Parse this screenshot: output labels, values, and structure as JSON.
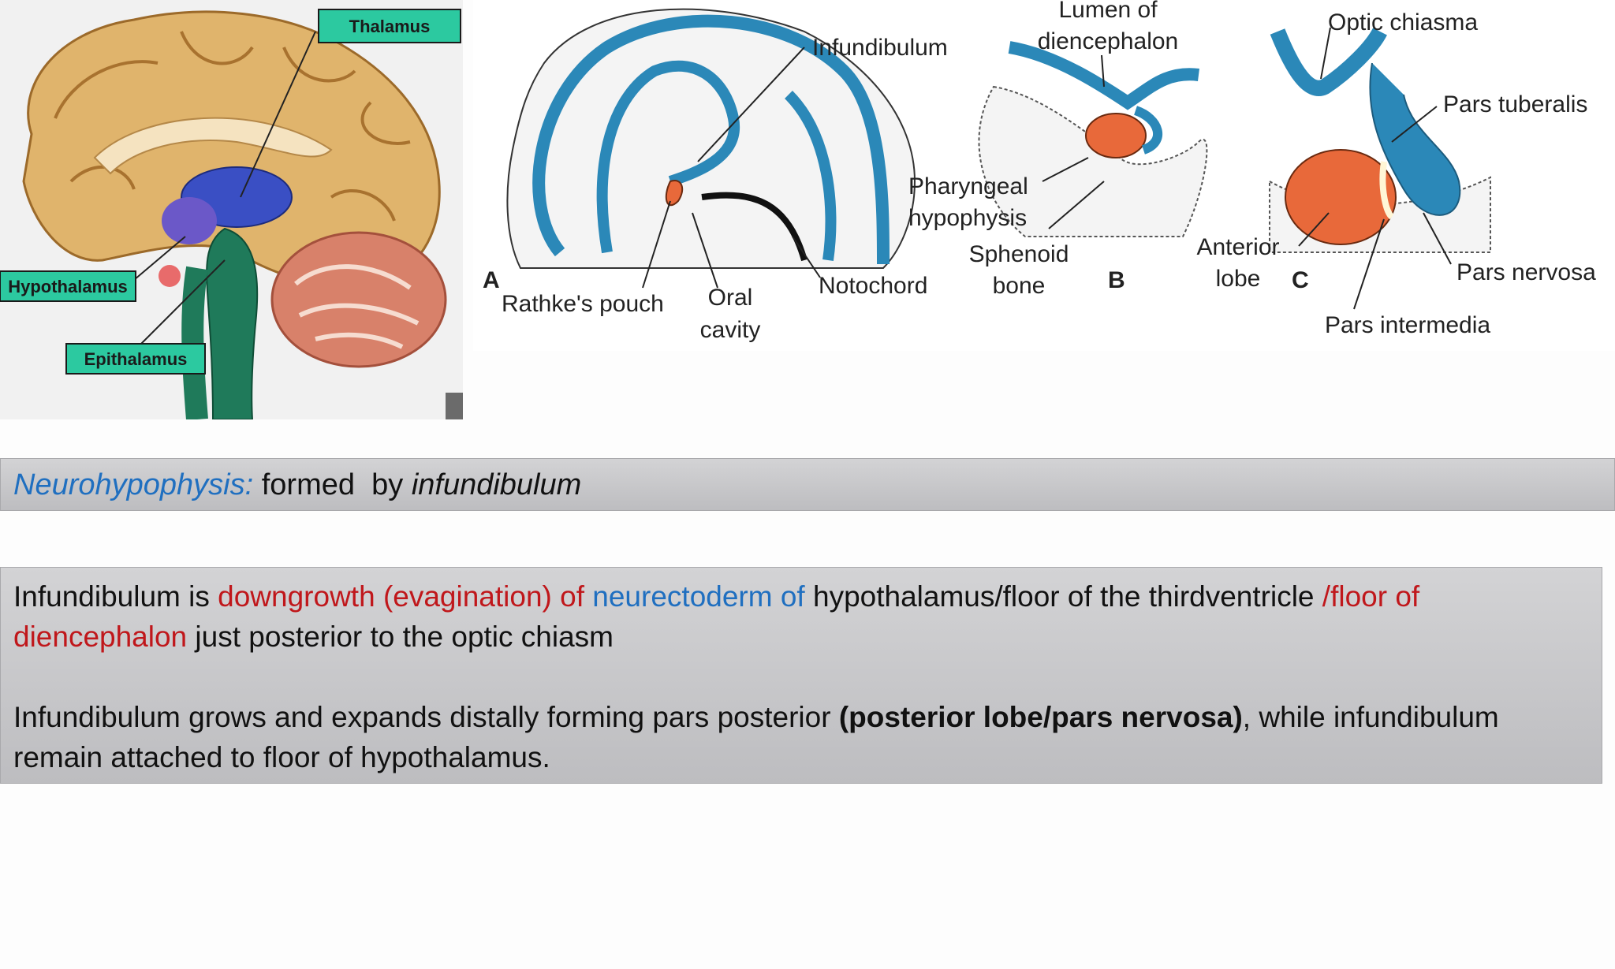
{
  "brain_figure": {
    "labels": {
      "thalamus": "Thalamus",
      "hypothalamus": "Hypothalamus",
      "epithalamus": "Epithalamus"
    },
    "label_box_color": "#2cc9a0"
  },
  "embryo_figure": {
    "panel_letters": {
      "a": "A",
      "b": "B",
      "c": "C"
    },
    "labels": {
      "infundibulum": "Infundibulum",
      "lumen_line1": "Lumen of",
      "lumen_line2": "diencephalon",
      "optic_chiasma": "Optic chiasma",
      "pars_tuberalis": "Pars tuberalis",
      "pharyngeal_line1": "Pharyngeal",
      "pharyngeal_line2": "hypophysis",
      "sphenoid_line1": "Sphenoid",
      "sphenoid_line2": "bone",
      "anterior_line1": "Anterior",
      "anterior_line2": "lobe",
      "pars_nervosa": "Pars nervosa",
      "notochord": "Notochord",
      "rathkes_pouch": "Rathke's pouch",
      "oral_line1": "Oral",
      "oral_line2": "cavity",
      "pars_intermedia": "Pars intermedia"
    },
    "colors": {
      "neural_tube": "#2b88b8",
      "anterior_lobe": "#e8693a"
    }
  },
  "title_bar": {
    "term": "Neurohypophysis:",
    "text": " formed  by ",
    "source": "infundibulum"
  },
  "body": {
    "p1": {
      "s1": "Infundibulum is ",
      "s2": "downgrowth (evagination) of ",
      "s3": "neurectoderm of ",
      "s4": "hypothalamus/floor of the thirdventricle ",
      "s5": "/floor of diencephalon",
      "s6": " just posterior to the optic chiasm"
    },
    "p2": {
      "s1": "Infundibulum grows and expands distally forming pars posterior ",
      "s2": "(posterior lobe/pars nervosa)",
      "s3": ", while infundibulum remain attached to floor of hypothalamus."
    }
  },
  "colors": {
    "term_blue": "#1f6fc0",
    "highlight_red": "#c0171b",
    "panel_gray": "#c8c8ca"
  }
}
